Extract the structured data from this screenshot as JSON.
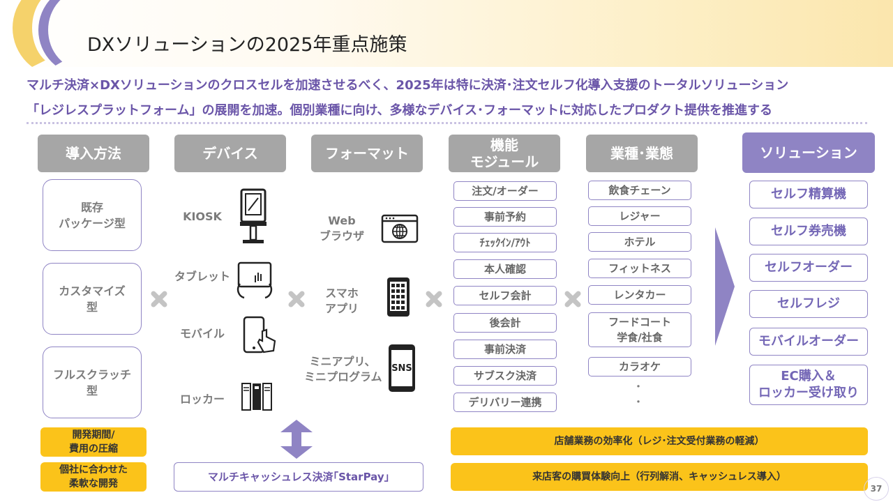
{
  "header": {
    "title": "DXソリューションの2025年重点施策",
    "subtitle_line1": "マルチ決済×DXソリューションのクロスセルを加速させるべく、2025年は特に決済･注文セルフ化導入支援のトータルソリューション",
    "subtitle_line2": "「レジレスプラットフォーム」の展開を加速。個別業種に向け、多様なデバイス･フォーマットに対応したプロダクト提供を推進する"
  },
  "columns": {
    "introduction": "導入方法",
    "devices": "デバイス",
    "formats": "フォーマット",
    "modules_line1": "機能",
    "modules_line2": "モジュール",
    "industries": "業種･業態",
    "solutions": "ソリューション"
  },
  "introduction_methods": [
    {
      "line1": "既存",
      "line2": "パッケージ型"
    },
    {
      "line1": "カスタマイズ",
      "line2": "型"
    },
    {
      "line1": "フルスクラッチ",
      "line2": "型"
    }
  ],
  "devices": [
    "KIOSK",
    "タブレット",
    "モバイル",
    "ロッカー"
  ],
  "formats": [
    {
      "line1": "Web",
      "line2": "ブラウザ"
    },
    {
      "line1": "スマホ",
      "line2": "アプリ"
    },
    {
      "line1": "ミニアプリ、",
      "line2": "ミニプログラム"
    }
  ],
  "modules": [
    "注文/オーダー",
    "事前予約",
    "ﾁｪｯｸｲﾝ/ｱｳﾄ",
    "本人確認",
    "セルフ会計",
    "後会計",
    "事前決済",
    "サブスク決済",
    "デリバリー連携"
  ],
  "industries": [
    {
      "line1": "飲食チェーン",
      "line2": ""
    },
    {
      "line1": "レジャー",
      "line2": ""
    },
    {
      "line1": "ホテル",
      "line2": ""
    },
    {
      "line1": "フィットネス",
      "line2": ""
    },
    {
      "line1": "レンタカー",
      "line2": ""
    },
    {
      "line1": "フードコート",
      "line2": "学食/社食"
    },
    {
      "line1": "カラオケ",
      "line2": ""
    }
  ],
  "industries_more": "･",
  "solutions": [
    {
      "line1": "セルフ精算機",
      "line2": ""
    },
    {
      "line1": "セルフ券売機",
      "line2": ""
    },
    {
      "line1": "セルフオーダー",
      "line2": ""
    },
    {
      "line1": "セルフレジ",
      "line2": ""
    },
    {
      "line1": "モバイルオーダー",
      "line2": ""
    },
    {
      "line1": "EC購入＆",
      "line2": "ロッカー受け取り"
    }
  ],
  "benefits_left": [
    {
      "line1": "開発期間/",
      "line2": "費用の圧縮"
    },
    {
      "line1": "個社に合わせた",
      "line2": "柔軟な開発"
    }
  ],
  "starpay": "マルチキャッシュレス決済｢StarPay｣",
  "benefits_right": [
    "店舗業務の効率化（レジ･注文受付業務の軽減）",
    "来店客の購買体験向上（行列解消、キャッシュレス導入）"
  ],
  "web_icon_text": "",
  "sns_icon_text": "SNS",
  "page_number": "37",
  "colors": {
    "purple": "#8f84c4",
    "gray": "#a6a6a6",
    "yellow": "#fbc31a",
    "subtitle": "#6a55a8"
  }
}
